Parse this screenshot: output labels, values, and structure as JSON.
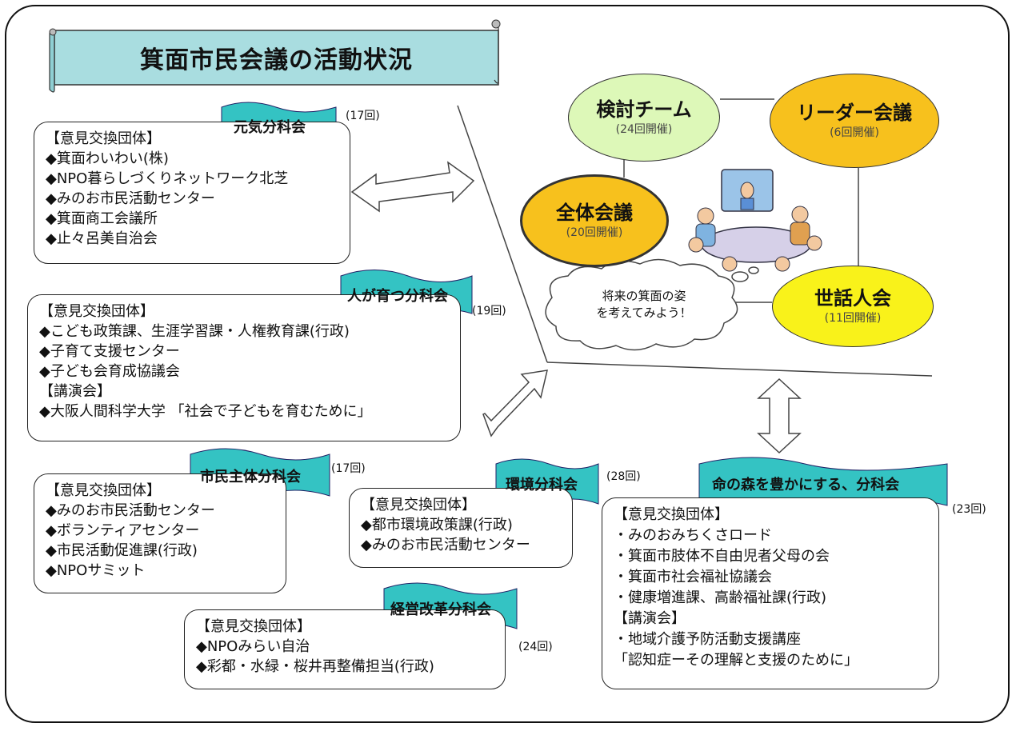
{
  "title": "箕面市民会議の活動状況",
  "center": {
    "nodes": {
      "kento": {
        "title": "検討チーム",
        "sub": "(24回開催)",
        "color": "#ddf8b8"
      },
      "leader": {
        "title": "リーダー会議",
        "sub": "(6回開催)",
        "color": "#f7c11d"
      },
      "zentai": {
        "title": "全体会議",
        "sub": "(20回開催)",
        "color": "#f7c11d"
      },
      "sewa": {
        "title": "世話人会",
        "sub": "(11回開催)",
        "color": "#f9f21a"
      }
    },
    "cloud_text": [
      "将来の箕面の姿",
      "を考えてみよう！"
    ],
    "meeting_illustration": "meeting-people-illustration"
  },
  "groups": {
    "genki": {
      "name": "元気分科会",
      "count": "(17回)",
      "lines": [
        "【意見交換団体】",
        "◆箕面わいわい(株)",
        "◆NPO暮らしづくりネットワーク北芝",
        "◆みのお市民活動センター",
        "◆箕面商工会議所",
        "◆止々呂美自治会"
      ]
    },
    "hito": {
      "name": "人が育つ分科会",
      "count": "(19回)",
      "lines": [
        "【意見交換団体】",
        "◆こども政策課、生涯学習課・人権教育課(行政)",
        "◆子育て支援センター",
        "◆子ども会育成協議会",
        "【講演会】",
        "◆大阪人間科学大学 「社会で子どもを育むために」"
      ]
    },
    "shimin": {
      "name": "市民主体分科会",
      "count": "(17回)",
      "lines": [
        "【意見交換団体】",
        "◆みのお市民活動センター",
        "◆ボランティアセンター",
        "◆市民活動促進課(行政)",
        "◆NPOサミット"
      ]
    },
    "kankyo": {
      "name": "環境分科会",
      "count": "(28回)",
      "lines": [
        "【意見交換団体】",
        "◆都市環境政策課(行政)",
        "◆みのお市民活動センター"
      ]
    },
    "keiei": {
      "name": "経営改革分科会",
      "count": "(24回)",
      "lines": [
        "【意見交換団体】",
        "◆NPOみらい自治",
        "◆彩都・水緑・桜井再整備担当(行政)"
      ]
    },
    "inochi": {
      "name": "命の森を豊かにする、分科会",
      "count": "(23回)",
      "lines": [
        "【意見交換団体】",
        "・みのおみちくさロード",
        "・箕面市肢体不自由児者父母の会",
        "・箕面市社会福祉協議会",
        "・健康増進課、高齢福祉課(行政)",
        "【講演会】",
        "・地域介護予防活動支援講座",
        "「認知症ーその理解と支援のために」"
      ]
    }
  },
  "colors": {
    "flag": "#34c3c3",
    "banner": "#a9dde0"
  }
}
